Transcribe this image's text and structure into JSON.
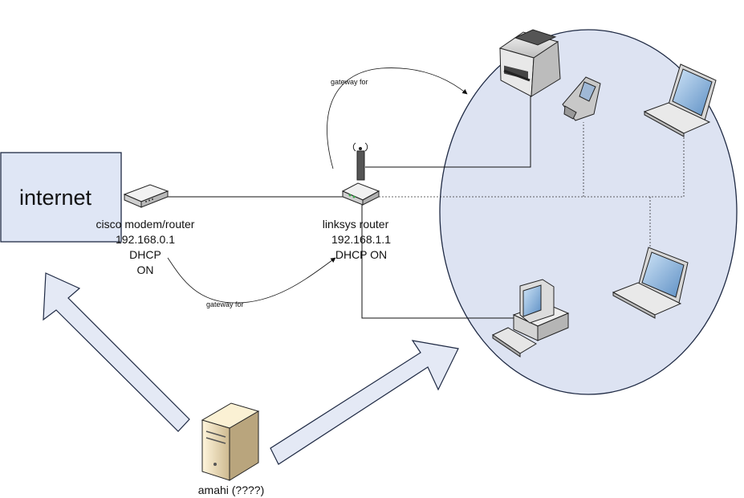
{
  "nodes": {
    "internet": {
      "label": "internet"
    },
    "cisco": {
      "lines": [
        "cisco modem/router",
        "192.168.0.1",
        "DHCP",
        "ON"
      ]
    },
    "linksys": {
      "lines": [
        "linksys router",
        "192.168.1.1",
        "DHCP ON"
      ]
    },
    "amahi": {
      "label": "amahi (????)"
    }
  },
  "edges": {
    "gateway_top": "gateway for",
    "gateway_bottom": "gateway for"
  },
  "colors": {
    "lan_fill": "#dde3f2",
    "internet_fill": "#dfe6f5",
    "arrow_fill": "#e4e9f5",
    "stroke": "#1f2a44"
  },
  "icons": [
    "modem-icon",
    "wireless-router-icon",
    "printer-icon",
    "cell-phone-icon",
    "laptop-icon",
    "desktop-computer-icon",
    "server-tower-icon"
  ]
}
